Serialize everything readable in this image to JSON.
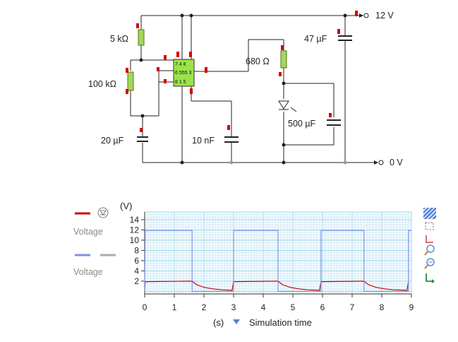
{
  "circuit": {
    "supply_label": "12 V",
    "ground_label": "0 V",
    "r1_label": "5 kΩ",
    "r2_label": "100 kΩ",
    "r3_label": "680 Ω",
    "c_timing_label": "20 µF",
    "c_control_label": "10 nF",
    "c_supply_label": "47 µF",
    "c_out_label": "500 µF",
    "ic_pins_top": "7  4   8",
    "ic_pins_mid": "6 555 3",
    "ic_pins_bot": "8  1  5"
  },
  "legend": {
    "series": [
      {
        "label": "Voltage",
        "color": "#cc0000"
      },
      {
        "label": "Voltage",
        "color": "#7f8fe8"
      }
    ]
  },
  "axes": {
    "y_unit": "(V)",
    "x_unit": "(s)",
    "x_quantity": "Simulation time"
  },
  "chart_data": {
    "type": "line",
    "x": [
      0,
      9
    ],
    "y_ticks": [
      2,
      4,
      6,
      8,
      10,
      12,
      14
    ],
    "x_ticks": [
      0,
      1,
      2,
      3,
      4,
      5,
      6,
      7,
      8,
      9
    ],
    "xlim": [
      0,
      9
    ],
    "ylim": [
      -0.5,
      15.5
    ],
    "grid": true,
    "series": [
      {
        "color": "#cc0000",
        "points": [
          [
            0,
            0
          ],
          [
            0.02,
            1.9
          ],
          [
            1.6,
            2.0
          ],
          [
            1.75,
            1.3
          ],
          [
            2.0,
            0.8
          ],
          [
            2.3,
            0.5
          ],
          [
            2.6,
            0.3
          ],
          [
            2.95,
            0.2
          ],
          [
            3.0,
            1.9
          ],
          [
            4.5,
            2.0
          ],
          [
            4.65,
            1.3
          ],
          [
            4.9,
            0.8
          ],
          [
            5.2,
            0.5
          ],
          [
            5.5,
            0.3
          ],
          [
            5.9,
            0.2
          ],
          [
            5.95,
            1.9
          ],
          [
            7.4,
            2.0
          ],
          [
            7.55,
            1.3
          ],
          [
            7.8,
            0.8
          ],
          [
            8.1,
            0.5
          ],
          [
            8.4,
            0.3
          ],
          [
            8.85,
            0.2
          ],
          [
            8.9,
            1.9
          ]
        ]
      },
      {
        "color": "#7f8fe8",
        "points": [
          [
            0,
            0
          ],
          [
            0.02,
            11.9
          ],
          [
            1.6,
            11.9
          ],
          [
            1.6,
            0
          ],
          [
            3.0,
            0
          ],
          [
            3.0,
            11.9
          ],
          [
            4.5,
            11.9
          ],
          [
            4.5,
            0
          ],
          [
            5.95,
            0
          ],
          [
            5.95,
            11.9
          ],
          [
            7.4,
            11.9
          ],
          [
            7.4,
            0
          ],
          [
            8.9,
            0
          ],
          [
            8.9,
            11.9
          ],
          [
            9,
            11.9
          ]
        ]
      }
    ]
  },
  "toolbar": {
    "icons": [
      "hatch-icon",
      "select-region-icon",
      "corner-icon",
      "zoom-in-icon",
      "zoom-out-icon",
      "reset-axes-icon"
    ]
  }
}
